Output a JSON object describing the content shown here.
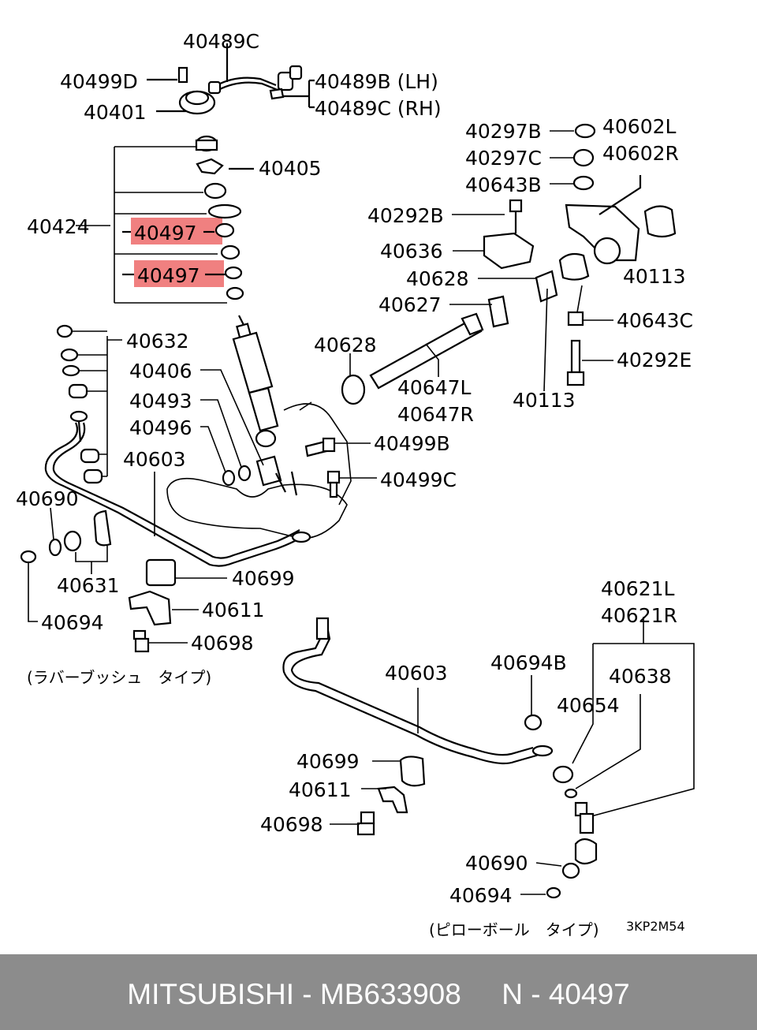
{
  "diagram": {
    "labels": {
      "p40489C_top": "40489C",
      "p40499D": "40499D",
      "p40489B_LH": "40489B (LH)",
      "p40489C_RH": "40489C (RH)",
      "p40401": "40401",
      "p40405": "40405",
      "p40424": "40424",
      "p40497_a": "40497",
      "p40497_b": "40497",
      "p40632": "40632",
      "p40406": "40406",
      "p40493": "40493",
      "p40496": "40496",
      "p40603_a": "40603",
      "p40690_a": "40690",
      "p40631": "40631",
      "p40694_a": "40694",
      "p40699_a": "40699",
      "p40611_a": "40611",
      "p40698_a": "40698",
      "rubber_bush_type": "(ラバーブッシュ　タイプ)",
      "p40297B": "40297B",
      "p40297C": "40297C",
      "p40643B": "40643B",
      "p40602L": "40602L",
      "p40602R": "40602R",
      "p40292B": "40292B",
      "p40636": "40636",
      "p40628_a": "40628",
      "p40113_a": "40113",
      "p40627": "40627",
      "p40643C": "40643C",
      "p40628_b": "40628",
      "p40292E": "40292E",
      "p40647L": "40647L",
      "p40647R": "40647R",
      "p40113_b": "40113",
      "p40499B": "40499B",
      "p40499C": "40499C",
      "p40621L": "40621L",
      "p40621R": "40621R",
      "p40694B": "40694B",
      "p40638": "40638",
      "p40603_b": "40603",
      "p40654": "40654",
      "p40699_b": "40699",
      "p40611_b": "40611",
      "p40698_b": "40698",
      "p40690_b": "40690",
      "p40694_b": "40694",
      "pillow_ball_type": "(ピローボール　タイプ)",
      "drawing_code": "3KP2M54"
    },
    "highlight_color": "#f08080"
  },
  "footer": {
    "text": "MITSUBISHI - MB633908     N - 40497"
  }
}
